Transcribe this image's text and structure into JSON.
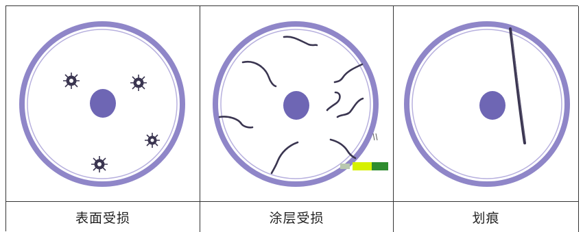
{
  "panels": [
    {
      "caption": "表面受损"
    },
    {
      "caption": "涂层受损"
    },
    {
      "caption": "划痕"
    }
  ],
  "colors": {
    "ring": "#8f86c8",
    "ring_inner_line": "#b7b0de",
    "nucleus": "#6e66b4",
    "defect": "#3a3550",
    "accent_yellow": "#d6f000",
    "accent_green": "#2e8c2e"
  }
}
